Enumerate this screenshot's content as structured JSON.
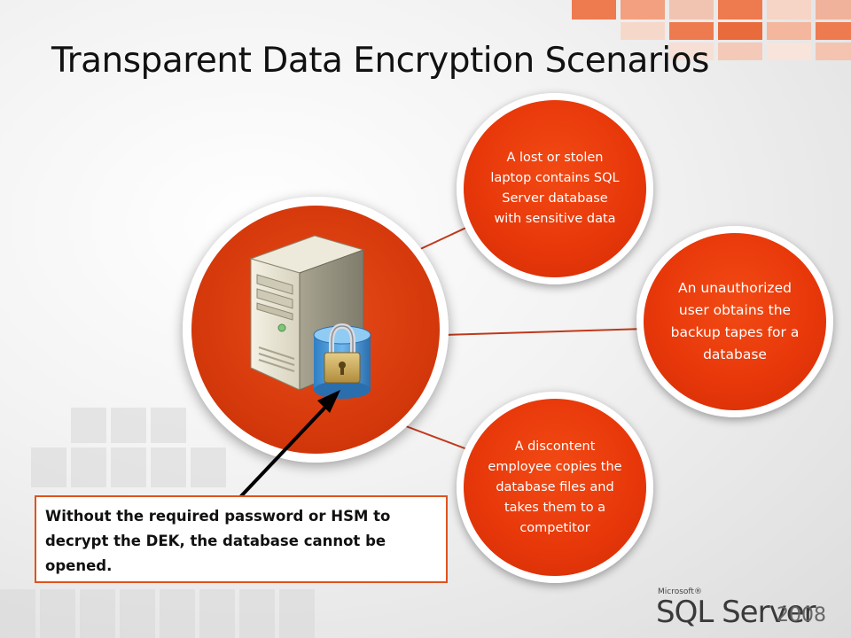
{
  "slide": {
    "title": "Transparent Data Encryption Scenarios"
  },
  "scenarios": [
    {
      "text": "A lost or stolen laptop contains SQL Server database with sensitive data"
    },
    {
      "text": "An unauthorized user obtains the backup tapes for a database"
    },
    {
      "text": "A discontent employee copies the database files and takes them to a competitor"
    }
  ],
  "note": {
    "text": "Without the required password or HSM to decrypt the DEK, the database cannot be opened."
  },
  "logo": {
    "microsoft": "Microsoft®",
    "product": "SQL Server",
    "year": "2008"
  },
  "colors": {
    "bubble": "#e8380a",
    "tile_accent": "#e96b3c",
    "note_border": "#e0531d"
  },
  "icons": [
    "server-tower-icon",
    "database-lock-icon"
  ]
}
